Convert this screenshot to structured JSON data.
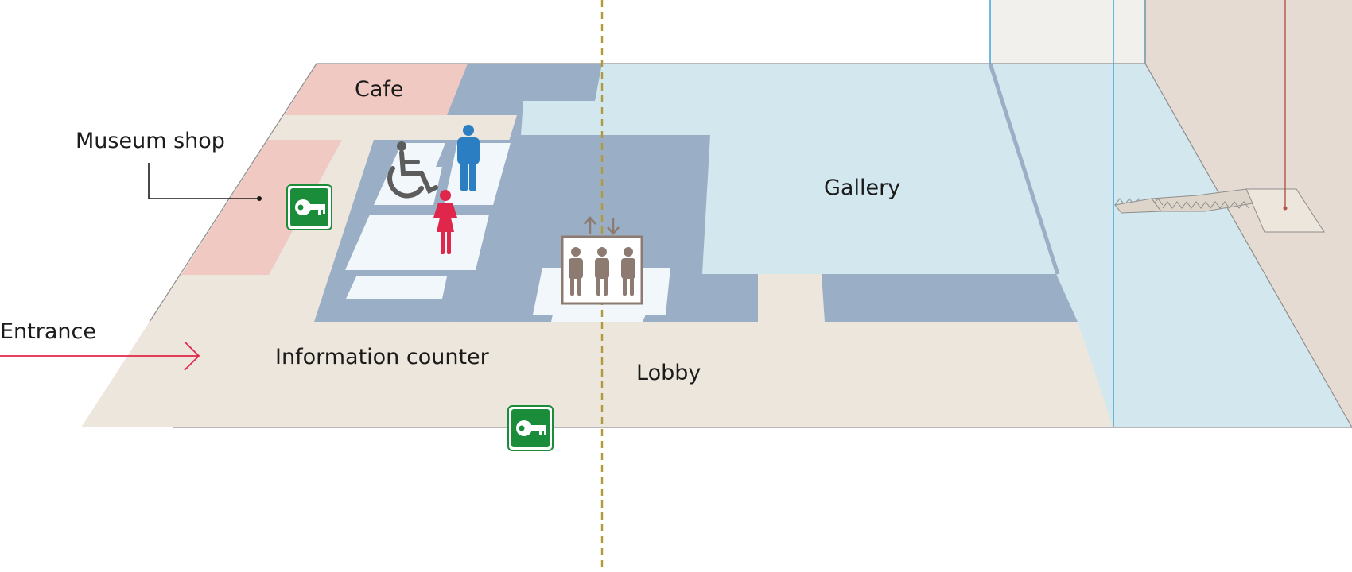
{
  "map": {
    "labels": {
      "cafe": "Cafe",
      "museum_shop": "Museum shop",
      "gallery": "Gallery",
      "entrance": "Entrance",
      "information_counter": "Information counter",
      "lobby": "Lobby"
    },
    "icons": {
      "locker": "key-icon",
      "accessible_toilet": "wheelchair-icon",
      "mens_toilet": "man-icon",
      "womens_toilet": "woman-icon",
      "elevator": "elevator-icon"
    },
    "colors": {
      "floor": "#ede6dc",
      "shop_cafe": "#f0c9c3",
      "service_block": "#9aafc5",
      "toilet_room": "#f1f7fb",
      "gallery": "#d3e7ef",
      "side_wall": "#e6dbd2",
      "back_wall": "#f1f0ec",
      "entrance_arrow": "#e0264a",
      "locker_green": "#1b8c3a",
      "accessible_grey": "#5c5c5c",
      "men_blue": "#2b7ec1",
      "women_red": "#e0264a",
      "elevator_brown": "#8d7b71",
      "section_line": "#b09a3c",
      "wall_line": "#4aa9d8"
    }
  }
}
